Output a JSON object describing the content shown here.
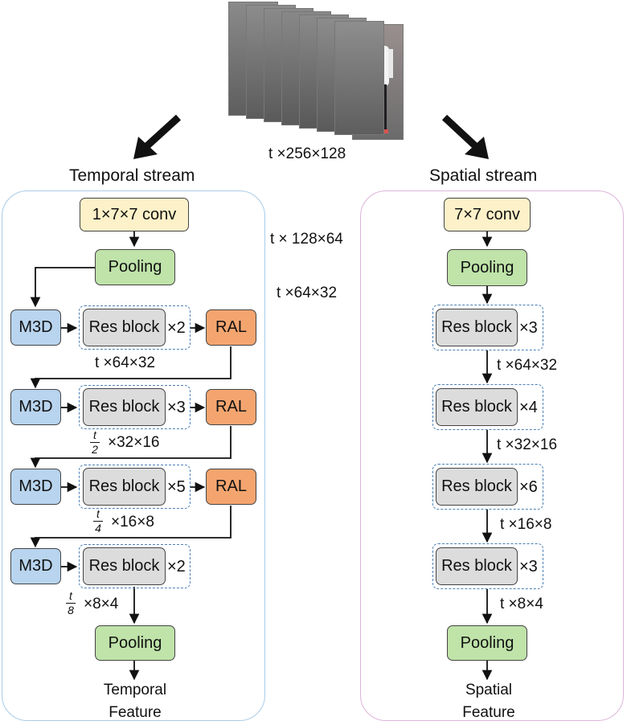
{
  "input_label": "t ×256×128",
  "temporal": {
    "title": "Temporal stream",
    "conv": "1×7×7 conv",
    "pool1": "Pooling",
    "rows": [
      {
        "m3d": "M3D",
        "res": "Res block",
        "mult": "×2",
        "ral": "RAL"
      },
      {
        "m3d": "M3D",
        "res": "Res block",
        "mult": "×3",
        "ral": "RAL"
      },
      {
        "m3d": "M3D",
        "res": "Res block",
        "mult": "×5",
        "ral": "RAL"
      },
      {
        "m3d": "M3D",
        "res": "Res block",
        "mult": "×2"
      }
    ],
    "size1": "t ×64×32",
    "frac_num": "t",
    "frac_den2": "2",
    "size2": "×32×16",
    "frac_den4": "4",
    "size3": "×16×8",
    "frac_den8": "8",
    "size4": "×8×4",
    "pool2": "Pooling",
    "feature_line1": "Temporal",
    "feature_line2": "Feature"
  },
  "middle": {
    "size_a": "t × 128×64",
    "size_b": "t ×64×32"
  },
  "spatial": {
    "title": "Spatial stream",
    "conv": "7×7 conv",
    "pool1": "Pooling",
    "rows": [
      {
        "res": "Res block",
        "mult": "×3"
      },
      {
        "res": "Res block",
        "mult": "×4"
      },
      {
        "res": "Res block",
        "mult": "×6"
      },
      {
        "res": "Res block",
        "mult": "×3"
      }
    ],
    "size1": "t ×64×32",
    "size2": "t ×32×16",
    "size3": "t ×16×8",
    "size4": "t ×8×4",
    "pool2": "Pooling",
    "feature_line1": "Spatial",
    "feature_line2": "Feature"
  },
  "colors": {
    "temporal_panel": "#a9cbe6",
    "spatial_panel": "#dcb5d9",
    "conv": "#fdf1c9",
    "pooling": "#bfe3a9",
    "m3d": "#b8d4ee",
    "ral": "#f4a56f",
    "res": "#dcdcdc",
    "dash": "#4a7fb5"
  }
}
